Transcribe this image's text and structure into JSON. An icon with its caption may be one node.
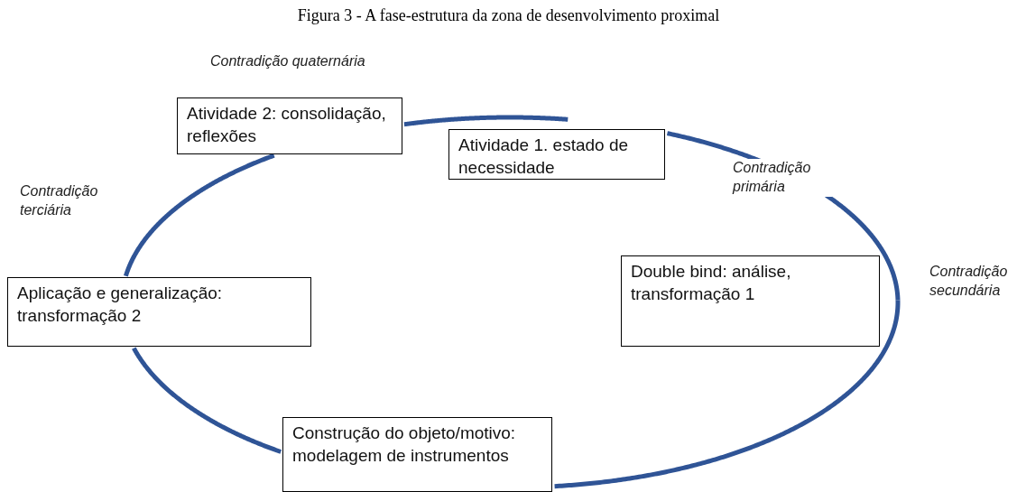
{
  "diagram": {
    "title": "Figura 3 - A fase-estrutura da zona de desenvolvimento proximal",
    "nodes": [
      {
        "text": [
          "Atividade 2: consolidação, reflexões"
        ]
      },
      {
        "text": [
          "Atividade 1. estado de necessidade"
        ]
      },
      {
        "text": [
          "Aplicação e generalização: transformação 2"
        ]
      },
      {
        "text": [
          "Double bind: análise, transformação 1"
        ]
      },
      {
        "text": [
          "Construção do objeto/motivo: modelagem de instrumentos"
        ]
      }
    ],
    "edges": [
      {
        "from": 0,
        "to": 1,
        "arrow": "none"
      },
      {
        "from": 1,
        "to": 3,
        "arrow": "none"
      },
      {
        "from": 3,
        "to": 4,
        "arrow": "none"
      },
      {
        "from": 4,
        "to": 2,
        "arrow": "none"
      },
      {
        "from": 2,
        "to": 0,
        "arrow": "none"
      }
    ],
    "labels": [
      "Contradição quaternária",
      "Contradição primária",
      "Contradição terciária",
      "Contradição secundária"
    ]
  }
}
